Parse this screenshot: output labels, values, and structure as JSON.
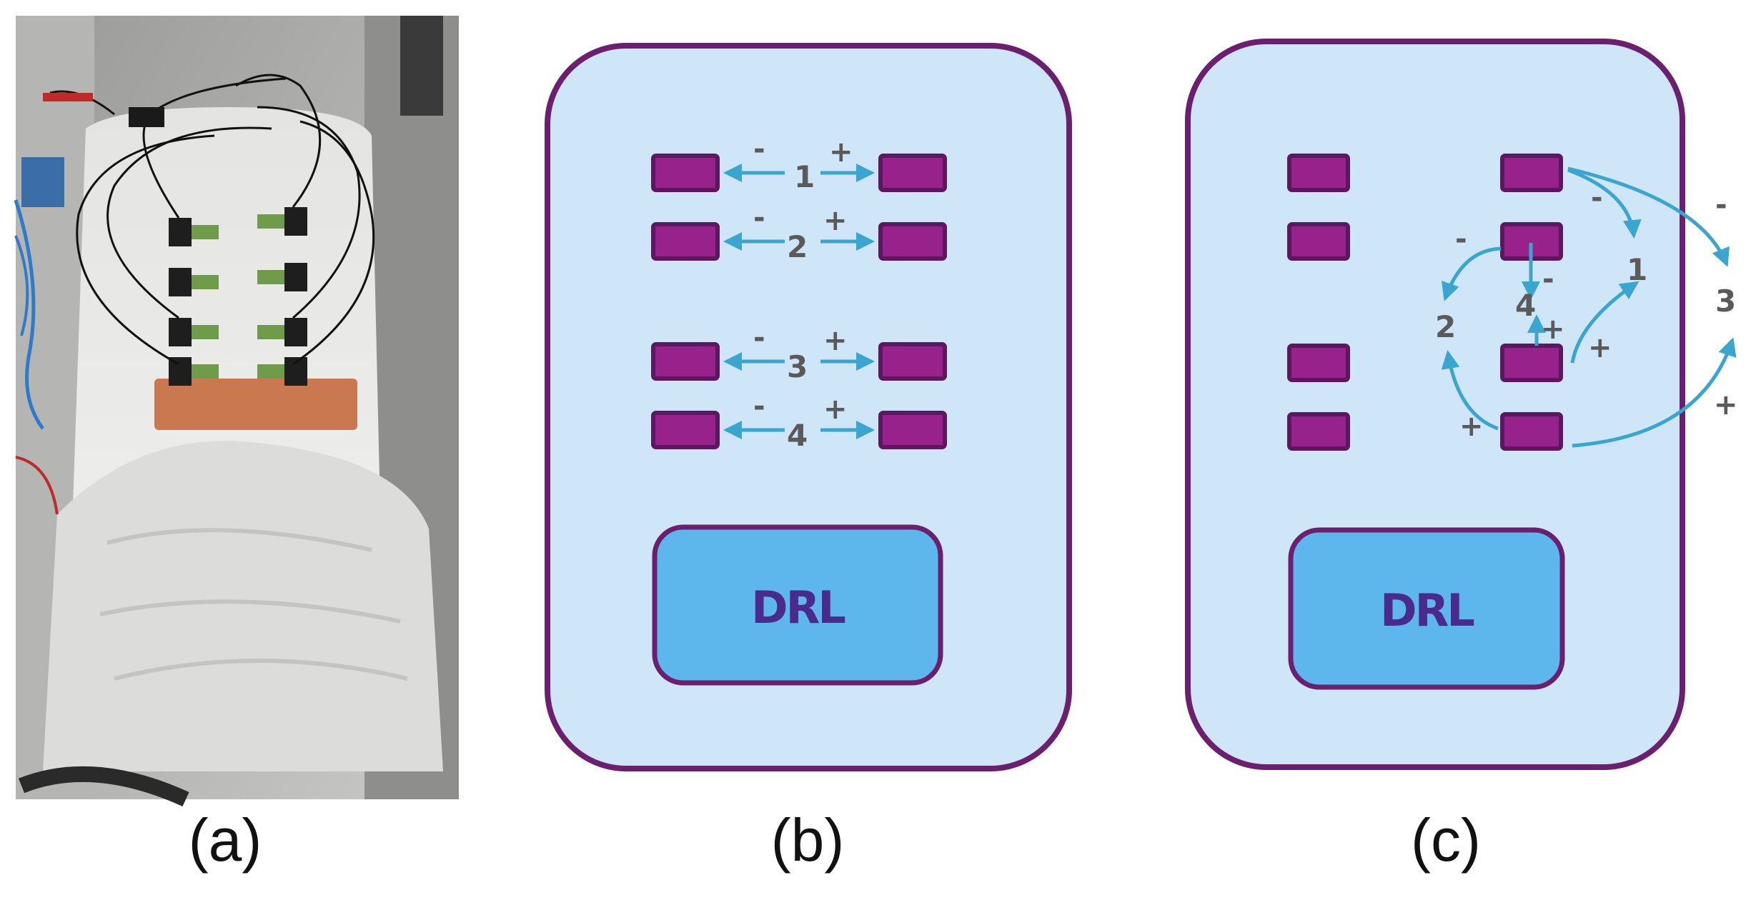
{
  "labels": {
    "a": "(a)",
    "b": "(b)",
    "c": "(c)"
  },
  "panel_b": {
    "pairs": [
      {
        "number": "1",
        "minus": "-",
        "plus": "+"
      },
      {
        "number": "2",
        "minus": "-",
        "plus": "+"
      },
      {
        "number": "3",
        "minus": "-",
        "plus": "+"
      },
      {
        "number": "4",
        "minus": "-",
        "plus": "+"
      }
    ],
    "drl": "DRL"
  },
  "panel_c": {
    "channels": [
      {
        "number": "1",
        "minus": "-",
        "plus": "+"
      },
      {
        "number": "2",
        "minus": "-",
        "plus": "+"
      },
      {
        "number": "3",
        "minus": "-",
        "plus": "+"
      },
      {
        "number": "4",
        "minus": "-",
        "plus": "+"
      }
    ],
    "drl": "DRL"
  },
  "colors": {
    "board_fill": "#cfe6f8",
    "board_stroke": "#6b1f6e",
    "electrode_fill": "#98228c",
    "electrode_stroke": "#5c1760",
    "drl_fill": "#5db7ec",
    "arrow": "#3aa6cf"
  }
}
